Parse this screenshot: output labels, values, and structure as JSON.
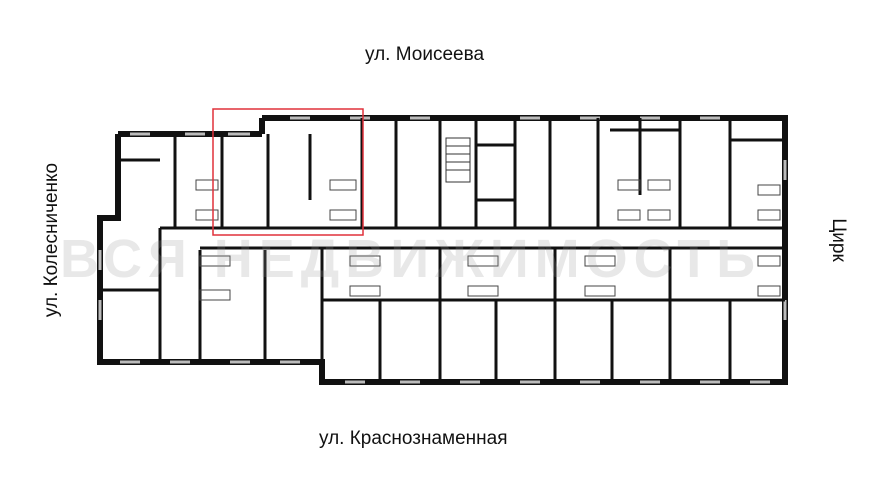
{
  "streets": {
    "top": "ул. Моисеева",
    "bottom": "ул. Краснознаменная",
    "left": "ул. Колесниченко",
    "right": "Цирк"
  },
  "watermark": "ВСЯ НЕДВИЖИМОСТЬ",
  "colors": {
    "wall": "#111111",
    "highlight": "#e0303a",
    "background": "#ffffff",
    "fixture": "#444444"
  }
}
